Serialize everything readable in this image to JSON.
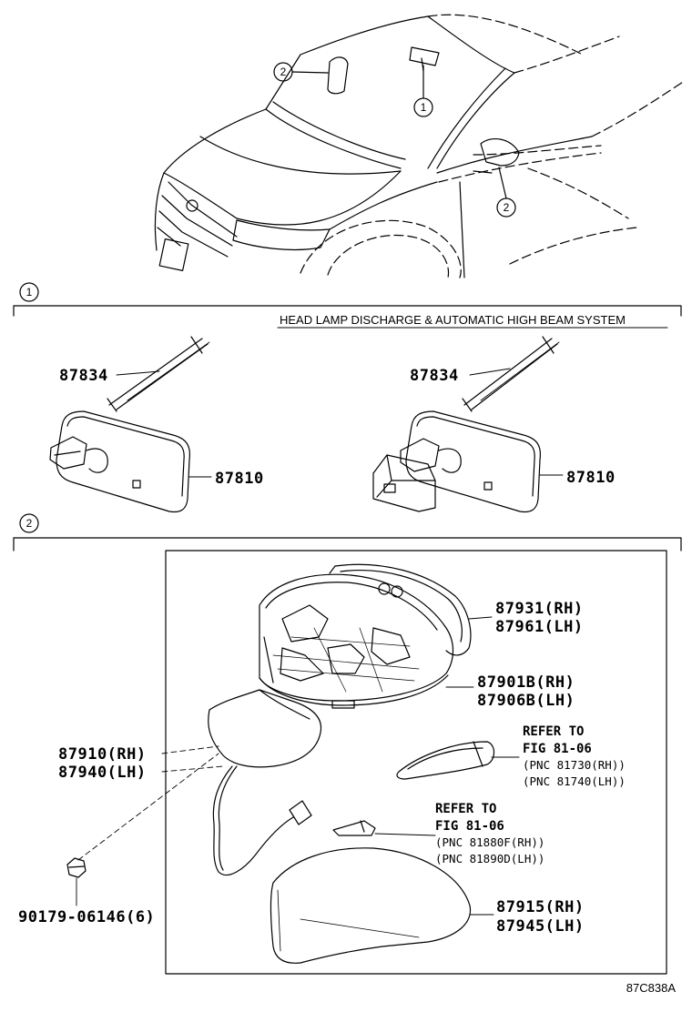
{
  "diagram_code": "87C838A",
  "callouts": {
    "one": "1",
    "two": "2"
  },
  "section1": {
    "marker": "1",
    "caption": "HEAD LAMP DISCHARGE & AUTOMATIC HIGH BEAM SYSTEM",
    "left": {
      "bracket_part": "87834",
      "mirror_part": "87810"
    },
    "right": {
      "bracket_part": "87834",
      "mirror_part": "87810"
    }
  },
  "section2": {
    "marker": "2",
    "cover_outer": [
      "87931(RH)",
      "87961(LH)"
    ],
    "mirror_glass": [
      "87901B(RH)",
      "87906B(LH)"
    ],
    "mirror_assy": [
      "87910(RH)",
      "87940(LH)"
    ],
    "nut": "90179-06146(6)",
    "cover_lower": [
      "87915(RH)",
      "87945(LH)"
    ],
    "refer1": {
      "line1": "REFER TO",
      "line2": "FIG 81-06",
      "line3": "(PNC 81730(RH))",
      "line4": "(PNC 81740(LH))"
    },
    "refer2": {
      "line1": "REFER TO",
      "line2": "FIG 81-06",
      "line3": "(PNC 81880F(RH))",
      "line4": "(PNC 81890D(LH))"
    }
  }
}
